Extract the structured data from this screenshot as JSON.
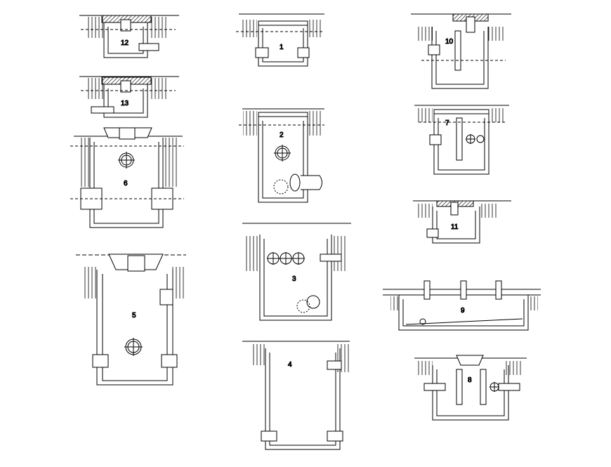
{
  "drawing": {
    "chambers": [
      {
        "id": "12",
        "label": "12"
      },
      {
        "id": "13",
        "label": "13"
      },
      {
        "id": "6",
        "label": "6"
      },
      {
        "id": "5",
        "label": "5"
      },
      {
        "id": "1",
        "label": "1"
      },
      {
        "id": "2",
        "label": "2"
      },
      {
        "id": "3",
        "label": "3"
      },
      {
        "id": "4",
        "label": "4"
      },
      {
        "id": "10",
        "label": "10"
      },
      {
        "id": "7",
        "label": "7"
      },
      {
        "id": "11",
        "label": "11"
      },
      {
        "id": "9",
        "label": "9"
      },
      {
        "id": "8",
        "label": "8"
      }
    ]
  },
  "colors": {
    "ink": "#000000",
    "paper": "#ffffff",
    "slab": "#555555"
  }
}
